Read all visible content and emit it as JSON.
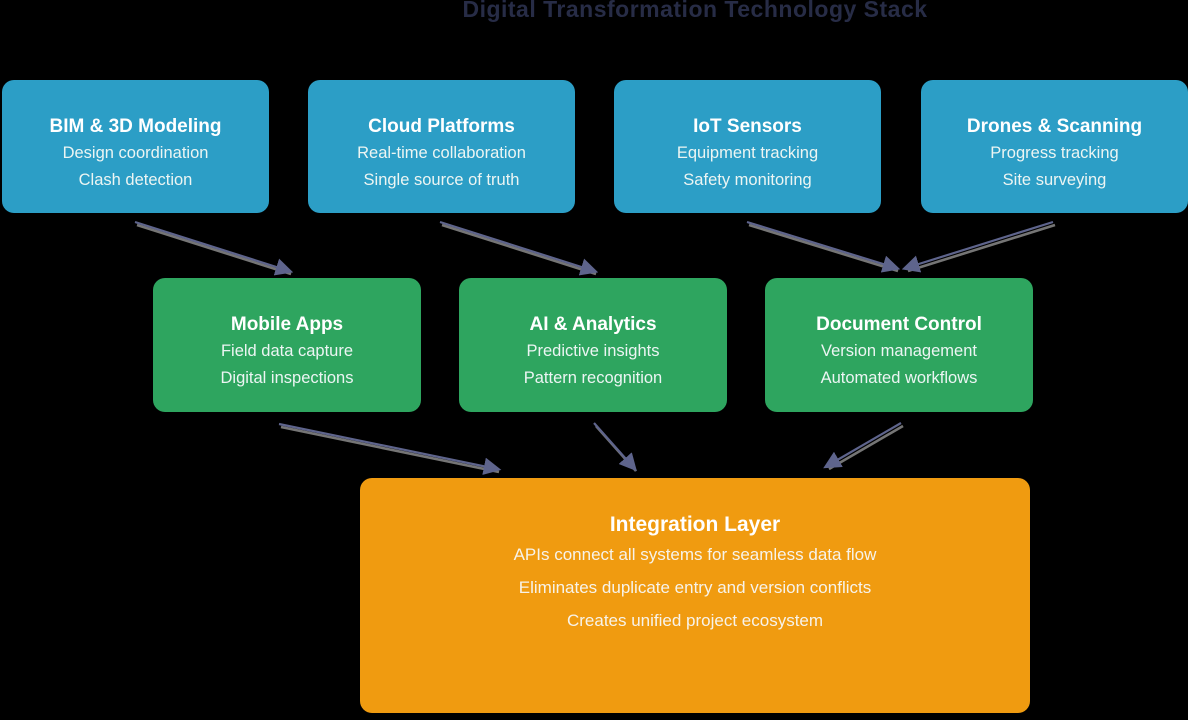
{
  "title": "Digital Transformation Technology Stack",
  "colors": {
    "background": "#000000",
    "title_text": "#272c46",
    "top_row_box": "#2c9ec6",
    "middle_row_box": "#2ea55f",
    "integration_box": "#f09b10",
    "box_shadow": "#868686",
    "connector": "#5e648c",
    "connector_shadow": "#8a8a8a",
    "box_text": "#ffffff"
  },
  "top_row": [
    {
      "title": "BIM & 3D Modeling",
      "lines": [
        "Design coordination",
        "Clash detection"
      ]
    },
    {
      "title": "Cloud Platforms",
      "lines": [
        "Real-time collaboration",
        "Single source of truth"
      ]
    },
    {
      "title": "IoT Sensors",
      "lines": [
        "Equipment tracking",
        "Safety monitoring"
      ]
    },
    {
      "title": "Drones & Scanning",
      "lines": [
        "Progress tracking",
        "Site surveying"
      ]
    }
  ],
  "middle_row": [
    {
      "title": "Mobile Apps",
      "lines": [
        "Field data capture",
        "Digital inspections"
      ]
    },
    {
      "title": "AI & Analytics",
      "lines": [
        "Predictive insights",
        "Pattern recognition"
      ]
    },
    {
      "title": "Document Control",
      "lines": [
        "Version management",
        "Automated workflows"
      ]
    }
  ],
  "integration": {
    "title": "Integration Layer",
    "lines": [
      "APIs connect all systems for seamless data flow",
      "Eliminates duplicate entry and version conflicts",
      "Creates unified project ecosystem"
    ]
  },
  "connections": [
    {
      "from": "BIM & 3D Modeling",
      "to": "Mobile Apps"
    },
    {
      "from": "Cloud Platforms",
      "to": "AI & Analytics"
    },
    {
      "from": "IoT Sensors",
      "to": "Document Control"
    },
    {
      "from": "Drones & Scanning",
      "to": "Document Control"
    },
    {
      "from": "Mobile Apps",
      "to": "Integration Layer"
    },
    {
      "from": "AI & Analytics",
      "to": "Integration Layer"
    },
    {
      "from": "Document Control",
      "to": "Integration Layer"
    }
  ]
}
